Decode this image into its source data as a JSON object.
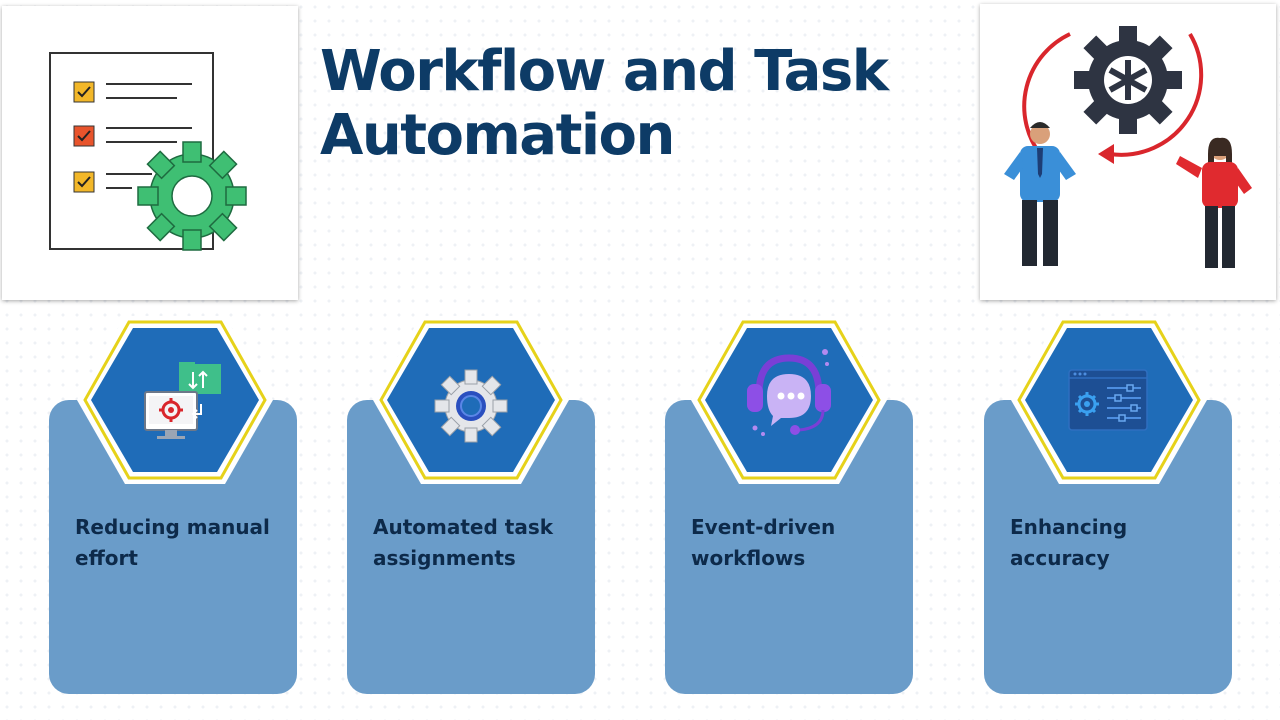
{
  "slide": {
    "title": "Workflow and Task Automation",
    "colors": {
      "title": "#0d3b66",
      "card": "#6a9cc9",
      "hex_fill": "#1f6cb8",
      "hex_border": "#e6d21a",
      "label": "#0d2a4a"
    }
  },
  "illustrations": {
    "left": {
      "icon": "checklist-gear-icon"
    },
    "right": {
      "icon": "team-gear-cycle-icon"
    }
  },
  "cards": [
    {
      "label": "Reducing manual effort",
      "icon": "computer-sync-gear-icon"
    },
    {
      "label": "Automated task assignments",
      "icon": "gear-icon"
    },
    {
      "label": "Event-driven workflows",
      "icon": "headset-chat-icon"
    },
    {
      "label": "Enhancing accuracy",
      "icon": "settings-panel-icon"
    }
  ]
}
